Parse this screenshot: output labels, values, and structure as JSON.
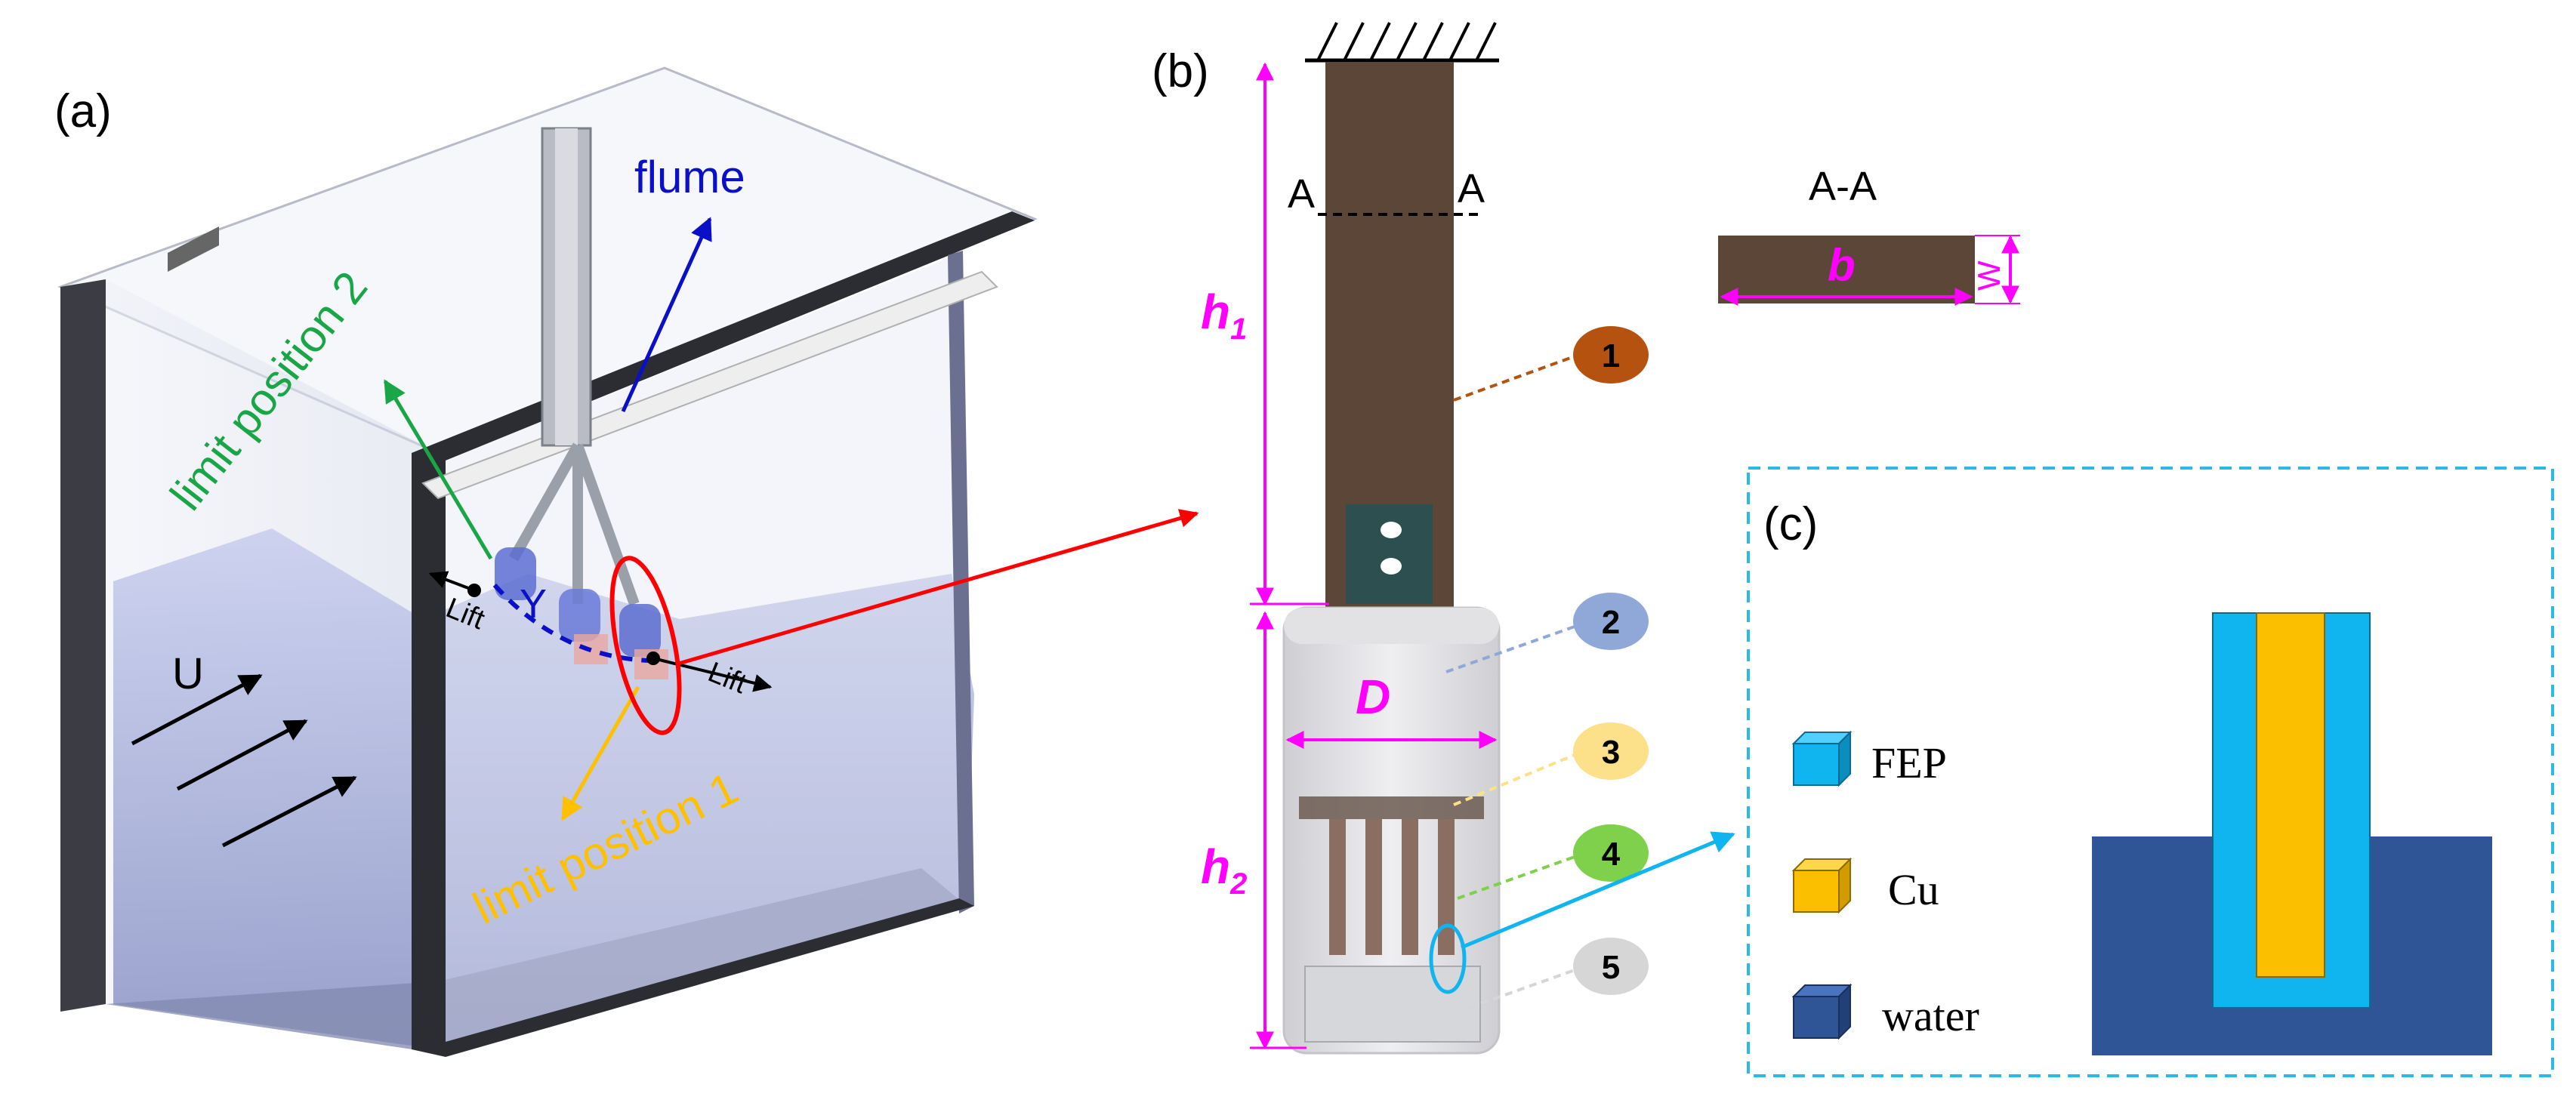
{
  "panel_a": {
    "label": "(a)",
    "flume": "flume",
    "limit_position_2": "limit position 2",
    "limit_position_1": "limit position 1",
    "lift_left": "Lift",
    "lift_right": "Lift",
    "y_symbol": "Y",
    "u_symbol": "U"
  },
  "panel_b": {
    "label": "(b)",
    "section_left": "A",
    "section_right": "A",
    "section_title": "A-A",
    "width_b": "b",
    "thickness_w": "W",
    "h1": "h",
    "h1_sub": "1",
    "h2": "h",
    "h2_sub": "2",
    "diameter": "D",
    "callouts": [
      {
        "num": "1",
        "color": "#b5520f"
      },
      {
        "num": "2",
        "color": "#8fa8d8"
      },
      {
        "num": "3",
        "color": "#fde08a"
      },
      {
        "num": "4",
        "color": "#7fd04a"
      },
      {
        "num": "5",
        "color": "#d6d6d6"
      }
    ]
  },
  "panel_c": {
    "label": "(c)",
    "legend": [
      {
        "name": "FEP",
        "color": "#10b4ee"
      },
      {
        "name": "Cu",
        "color": "#fbbf00"
      },
      {
        "name": "water",
        "color": "#2f5597"
      }
    ]
  },
  "colors": {
    "beam": "#5c4638",
    "magenta": "#ff00ff",
    "red_arrow": "#ff0000",
    "blue_arrow": "#10b4ee",
    "dash_box": "#2eb8e6",
    "green": "#19a646",
    "yellow": "#ffc000",
    "flume_blue": "#0a10c8"
  }
}
